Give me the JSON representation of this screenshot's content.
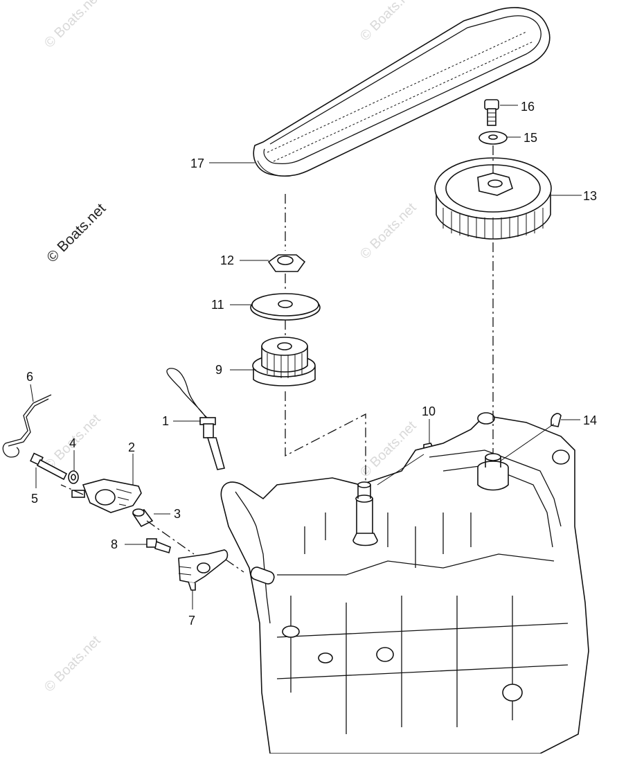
{
  "watermarks": {
    "main": "© Boats.net",
    "faint": "© Boats.net"
  },
  "callouts": {
    "p1": "1",
    "p2": "2",
    "p3": "3",
    "p4": "4",
    "p5": "5",
    "p6": "6",
    "p7": "7",
    "p8": "8",
    "p9": "9",
    "p10": "10",
    "p11": "11",
    "p12": "12",
    "p13": "13",
    "p14": "14",
    "p15": "15",
    "p16": "16",
    "p17": "17"
  },
  "colors": {
    "line": "#111111",
    "watermark": "#d9d9d9",
    "background": "#ffffff"
  }
}
